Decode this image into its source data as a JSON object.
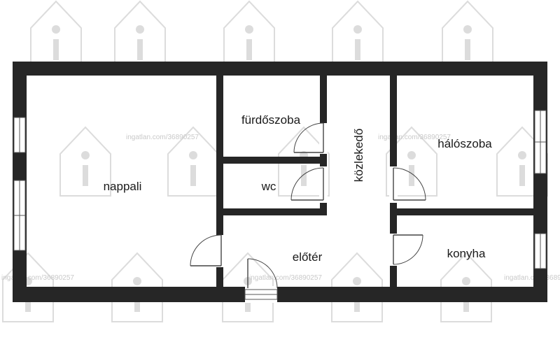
{
  "rooms": {
    "nappali": "nappali",
    "furdoszoba": "fürdőszoba",
    "wc": "wc",
    "kozlekedo": "közlekedő",
    "haloszoba": "hálószoba",
    "eloter": "előtér",
    "konyha": "konyha"
  },
  "watermark": {
    "text": "ingatlan.com/36890257"
  },
  "colors": {
    "wall": "#262626",
    "watermark": "#dcdcdc"
  }
}
